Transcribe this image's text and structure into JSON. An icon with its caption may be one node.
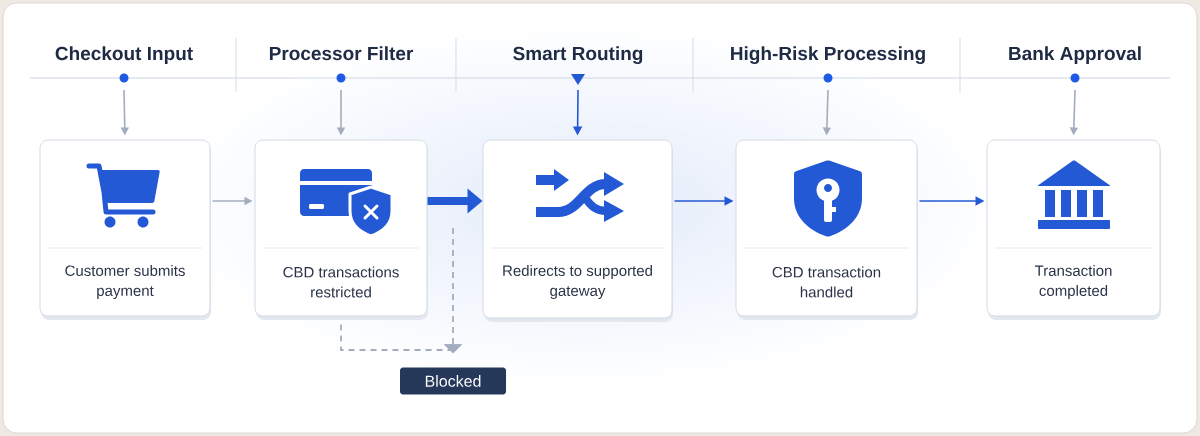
{
  "diagram": {
    "nodes": [
      {
        "text": [
          "Checkout Input"
        ]
      },
      {
        "text": [
          "Processor Filter"
        ]
      },
      {
        "text": [
          "Smart Routing"
        ]
      },
      {
        "text": [
          "High-Risk Processing"
        ]
      },
      {
        "text": [
          "Bank Approval"
        ]
      },
      {
        "text": [
          "Customer submits payment"
        ]
      },
      {
        "text": [
          "CBD transactions restricted"
        ]
      },
      {
        "text": [
          "Redirects to supported gateway"
        ]
      },
      {
        "text": [
          "CBD transaction handled"
        ]
      },
      {
        "text": [
          "Transaction completed"
        ]
      },
      {
        "text": [
          "Blocked"
        ]
      }
    ],
    "edges": [
      {
        "from": 0,
        "to": 5,
        "arrow": "to"
      },
      {
        "from": 1,
        "to": 6,
        "arrow": "to"
      },
      {
        "from": 2,
        "to": 7,
        "arrow": "to",
        "color": "#2459d6"
      },
      {
        "from": 3,
        "to": 8,
        "arrow": "to"
      },
      {
        "from": 4,
        "to": 9,
        "arrow": "to"
      },
      {
        "from": 5,
        "to": 6,
        "arrow": "to"
      },
      {
        "from": 6,
        "to": 7,
        "arrow": "to",
        "style": "thick",
        "color": "#2459d6"
      },
      {
        "from": 7,
        "to": 8,
        "arrow": "to",
        "color": "#2459d6"
      },
      {
        "from": 8,
        "to": 9,
        "arrow": "to",
        "color": "#2459d6"
      },
      {
        "from": 6,
        "to": 10,
        "arrow": "to",
        "style": "dashed"
      },
      {
        "from": null,
        "to": 10,
        "arrow": "to",
        "style": "dashed"
      }
    ]
  }
}
